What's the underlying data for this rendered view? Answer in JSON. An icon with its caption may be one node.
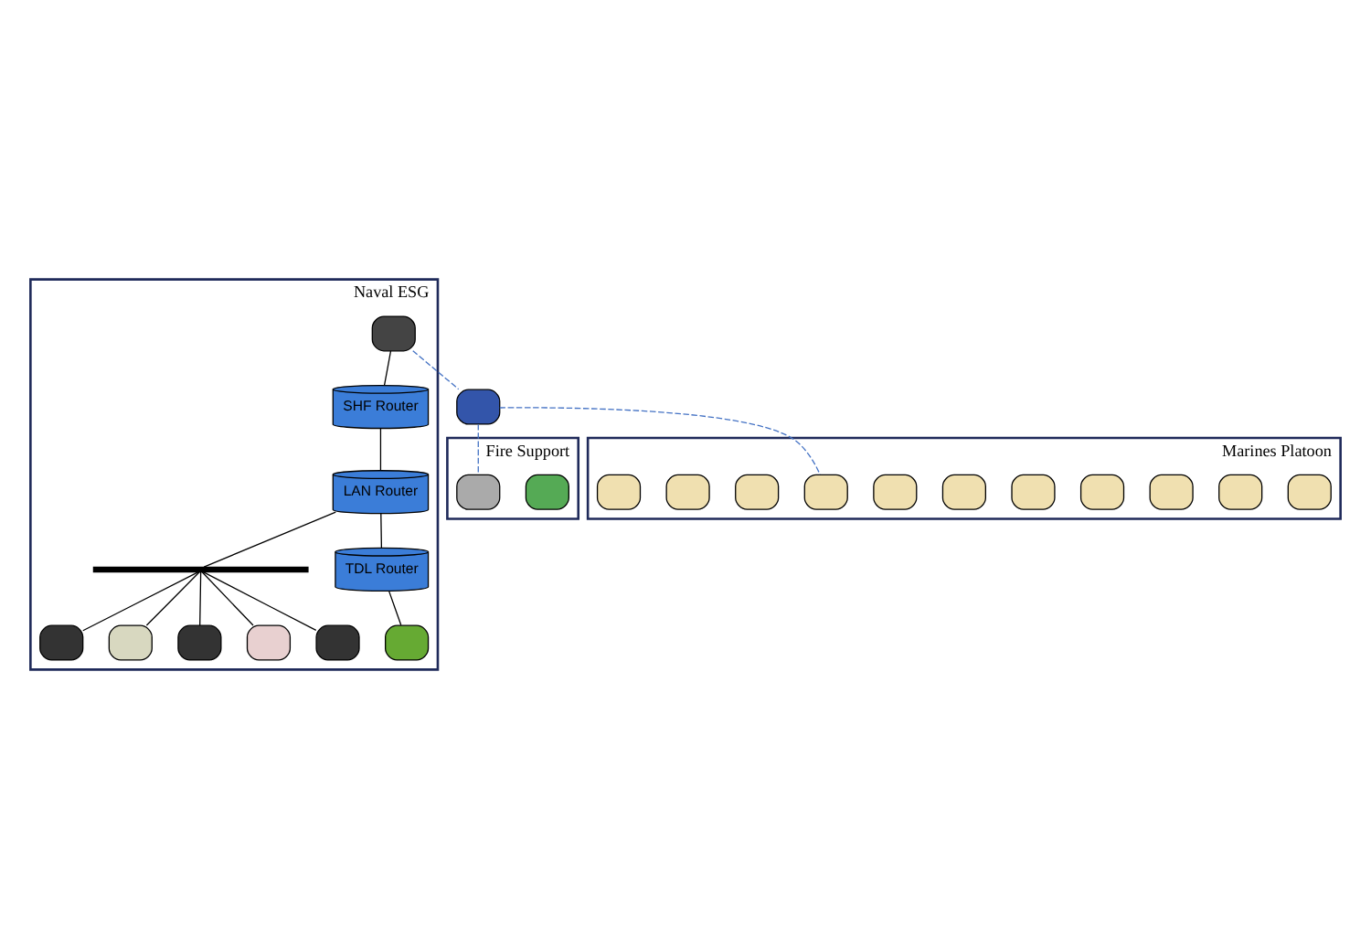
{
  "diagram": {
    "nodes": [
      {
        "text": [
          "Naval ESG"
        ]
      },
      {
        "text": [],
        "shape": "box",
        "in": 0
      },
      {
        "text": [
          "SHF Router"
        ],
        "in": 0
      },
      {
        "text": [],
        "shape": "box",
        "in": 0
      },
      {
        "text": [],
        "shape": "box",
        "in": 0
      },
      {
        "text": [],
        "shape": "box",
        "in": 0
      },
      {
        "text": [
          "LAN Router"
        ],
        "in": 0
      },
      {
        "text": [],
        "shape": "bar",
        "in": 0
      },
      {
        "text": [],
        "shape": "box",
        "in": 0
      },
      {
        "text": [],
        "shape": "box",
        "in": 0
      },
      {
        "text": [
          "TDL Router"
        ],
        "in": 0
      },
      {
        "text": [],
        "shape": "box",
        "in": 0
      },
      {
        "text": [],
        "shape": "box"
      },
      {
        "text": [
          "Fire Support"
        ]
      },
      {
        "text": [],
        "shape": "box",
        "in": 13
      },
      {
        "text": [],
        "shape": "box",
        "in": 13
      },
      {
        "text": [
          "Marines Platoon"
        ]
      },
      {
        "text": [],
        "shape": "box",
        "in": 16
      },
      {
        "text": [],
        "shape": "box",
        "in": 16
      },
      {
        "text": [],
        "shape": "box",
        "in": 16
      },
      {
        "text": [],
        "shape": "box",
        "in": 16
      },
      {
        "text": [],
        "shape": "box",
        "in": 16
      },
      {
        "text": [],
        "shape": "box",
        "in": 16
      },
      {
        "text": [],
        "shape": "box",
        "in": 16
      },
      {
        "text": [],
        "shape": "box",
        "in": 16
      },
      {
        "text": [],
        "shape": "box",
        "in": 16
      },
      {
        "text": [],
        "shape": "box",
        "in": 16
      },
      {
        "text": [],
        "shape": "box",
        "in": 16
      }
    ],
    "edges": [
      {
        "from": 1,
        "to": 2,
        "arrow": "none"
      },
      {
        "from": 2,
        "to": 6,
        "arrow": "none"
      },
      {
        "from": 6,
        "to": 7,
        "arrow": "none"
      },
      {
        "from": 7,
        "to": 3,
        "arrow": "none"
      },
      {
        "from": 7,
        "to": 4,
        "arrow": "none"
      },
      {
        "from": 7,
        "to": 5,
        "arrow": "none"
      },
      {
        "from": 7,
        "to": 8,
        "arrow": "none"
      },
      {
        "from": 7,
        "to": 9,
        "arrow": "none"
      },
      {
        "from": 6,
        "to": 10,
        "arrow": "none"
      },
      {
        "from": 10,
        "to": 11,
        "arrow": "none"
      },
      {
        "from": 1,
        "to": 12,
        "arrow": "none",
        "style": "dashed",
        "color": "#4472c4"
      },
      {
        "from": 12,
        "to": 14,
        "arrow": "none",
        "style": "dashed",
        "color": "#4472c4"
      },
      {
        "from": 12,
        "to": 24,
        "arrow": "none",
        "style": "dashed",
        "color": "#4472c4"
      }
    ]
  }
}
